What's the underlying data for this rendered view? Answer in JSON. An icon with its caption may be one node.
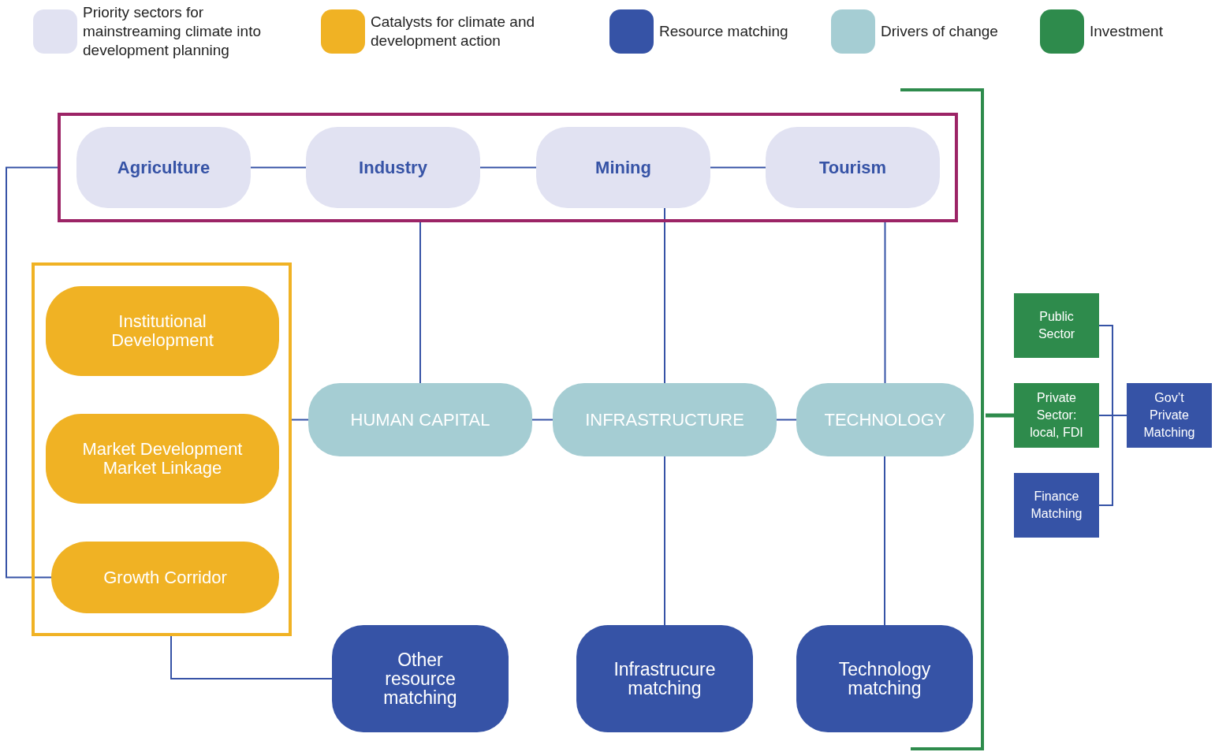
{
  "diagram": {
    "nodes": [
      {
        "text": [],
        "shape": "box"
      },
      {
        "text": [
          "Agriculture"
        ],
        "in": 0
      },
      {
        "text": [
          "Industry"
        ],
        "in": 0
      },
      {
        "text": [
          "Mining"
        ],
        "in": 0
      },
      {
        "text": [
          "Tourism"
        ],
        "in": 0
      },
      {
        "text": [],
        "shape": "box"
      },
      {
        "text": [
          "Institutional Development"
        ],
        "in": 5
      },
      {
        "text": [
          "Market Development Market Linkage"
        ],
        "in": 5
      },
      {
        "text": [
          "Growth Corridor"
        ],
        "in": 5
      },
      {
        "text": [
          "HUMAN CAPITAL"
        ]
      },
      {
        "text": [
          "INFRASTRUCTURE"
        ]
      },
      {
        "text": [
          "TECHNOLOGY"
        ]
      },
      {
        "text": [
          "Other resource matching"
        ]
      },
      {
        "text": [
          "Infrastrucure matching"
        ]
      },
      {
        "text": [
          "Technology matching"
        ]
      },
      {
        "text": [],
        "shape": "bracket"
      },
      {
        "text": [
          "Public Sector"
        ]
      },
      {
        "text": [
          "Private Sector: local, FDI"
        ]
      },
      {
        "text": [
          "Finance Matching"
        ]
      },
      {
        "text": [
          "Gov’t Private Matching"
        ]
      }
    ],
    "edges": [
      {
        "from": 1,
        "to": 2,
        "arrow": "none"
      },
      {
        "from": 2,
        "to": 3,
        "arrow": "none"
      },
      {
        "from": 3,
        "to": 4,
        "arrow": "none"
      },
      {
        "from": 0,
        "to": 8,
        "arrow": "none"
      },
      {
        "from": 0,
        "to": 9,
        "arrow": "none"
      },
      {
        "from": 3,
        "to": 10,
        "arrow": "none"
      },
      {
        "from": 0,
        "to": 11,
        "arrow": "none"
      },
      {
        "from": 5,
        "to": 9,
        "arrow": "none"
      },
      {
        "from": 9,
        "to": 10,
        "arrow": "none"
      },
      {
        "from": 10,
        "to": 11,
        "arrow": "none"
      },
      {
        "from": 5,
        "to": 12,
        "arrow": "none"
      },
      {
        "from": 10,
        "to": 13,
        "arrow": "none"
      },
      {
        "from": 11,
        "to": 14,
        "arrow": "none"
      },
      {
        "from": 15,
        "to": 17,
        "arrow": "none",
        "style": "thick",
        "color": "#2e8b4c"
      },
      {
        "from": 16,
        "to": 19,
        "arrow": "none"
      },
      {
        "from": 17,
        "to": 19,
        "arrow": "none"
      },
      {
        "from": 18,
        "to": 19,
        "arrow": "none"
      }
    ],
    "legend": [
      {
        "text": "Priority sectors for mainstreaming climate into development planning",
        "color": "#e1e2f2"
      },
      {
        "text": "Catalysts for climate and development action",
        "color": "#f0b224"
      },
      {
        "text": "Resource matching",
        "color": "#3653a6"
      },
      {
        "text": "Drivers of change",
        "color": "#a5cdd3"
      },
      {
        "text": "Investment",
        "color": "#2e8b4c"
      }
    ]
  }
}
